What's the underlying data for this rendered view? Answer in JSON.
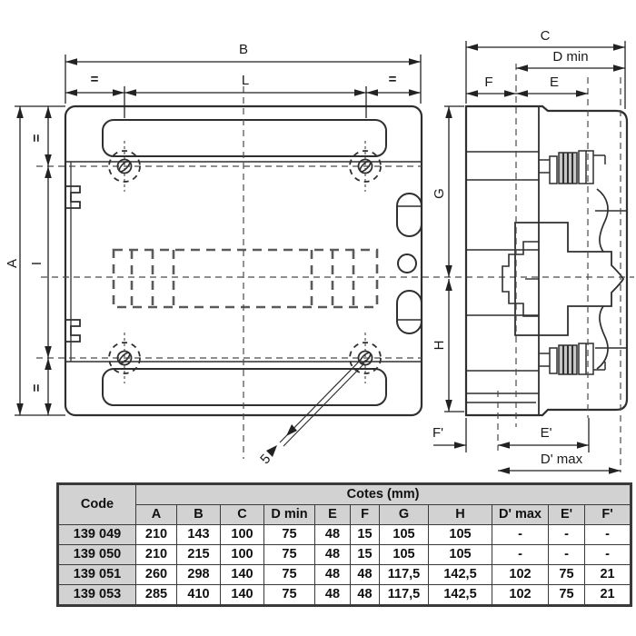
{
  "front_view": {
    "width_label": "B",
    "inner_width_label": "L",
    "height_label": "A",
    "inner_height_label": "I",
    "equal_sign": "=",
    "screw_hole_diameter": "5"
  },
  "side_view": {
    "depth_label": "C",
    "d_min_label": "D min",
    "e_label": "E",
    "f_label": "F",
    "g_label": "G",
    "h_label": "H",
    "f_prime_label": "F'",
    "e_prime_label": "E'",
    "d_prime_max_label": "D' max"
  },
  "table": {
    "title": "Cotes (mm)",
    "code_header": "Code",
    "columns": [
      "A",
      "B",
      "C",
      "D min",
      "E",
      "F",
      "G",
      "H",
      "D' max",
      "E'",
      "F'"
    ],
    "rows": [
      {
        "code": "139 049",
        "values": [
          "210",
          "143",
          "100",
          "75",
          "48",
          "15",
          "105",
          "105",
          "-",
          "-",
          "-"
        ]
      },
      {
        "code": "139 050",
        "values": [
          "210",
          "215",
          "100",
          "75",
          "48",
          "15",
          "105",
          "105",
          "-",
          "-",
          "-"
        ]
      },
      {
        "code": "139 051",
        "values": [
          "260",
          "298",
          "140",
          "75",
          "48",
          "48",
          "117,5",
          "142,5",
          "102",
          "75",
          "21"
        ]
      },
      {
        "code": "139 053",
        "values": [
          "285",
          "410",
          "140",
          "75",
          "48",
          "48",
          "117,5",
          "142,5",
          "102",
          "75",
          "21"
        ]
      }
    ]
  },
  "colors": {
    "line": "#2f2f2f",
    "dim": "#222222",
    "dashed": "#4a4a4a",
    "din_rail": "#5a5a5a",
    "table_header_bg": "#d2d2d2",
    "table_border": "#3a3a3a",
    "background": "#ffffff"
  }
}
